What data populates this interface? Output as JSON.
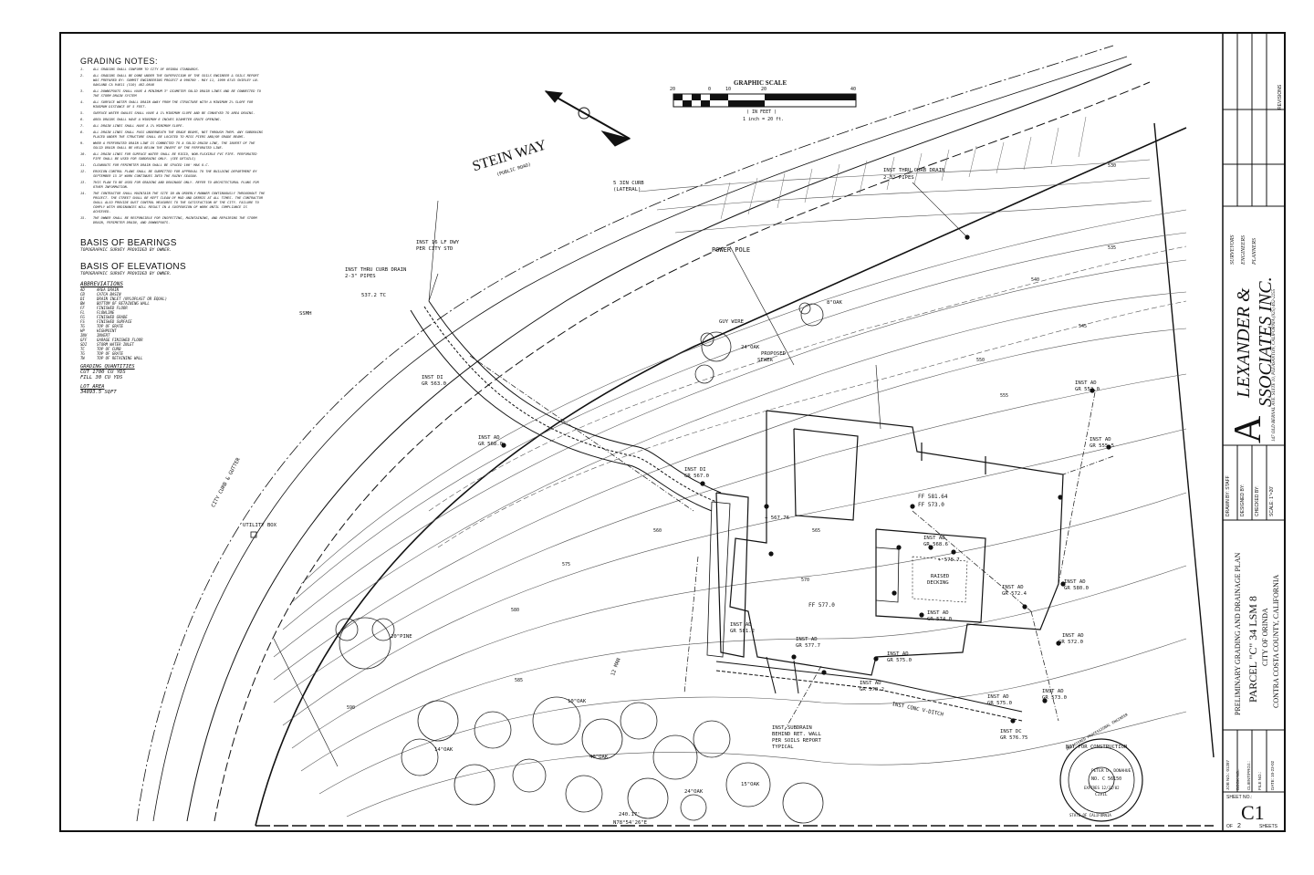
{
  "grading_notes": {
    "title": "GRADING NOTES:",
    "items": [
      {
        "n": "1.",
        "text": "ALL GRADING SHALL CONFORM TO CITY OF ORINDA STANDARDS."
      },
      {
        "n": "2.",
        "text": "ALL GRADING SHALL BE DONE UNDER THE SUPERVISION OF THE SOILS ENGINEER & SOILS REPORT WAS PREPARED BY: SUMMIT ENGINEERING PROJECT # 990700 - MAY 11, 1999 8745 SHIRLEY LN. OAKLAND CA 94611 (510) 482-0848"
      },
      {
        "n": "3.",
        "text": "ALL DOWNSPOUTS SHALL HAVE A MINIMUM 3\" DIAMETER SOLID DRAIN LINES AND BE CONNECTED TO THE STORM DRAIN SYSTEM"
      },
      {
        "n": "4.",
        "text": "ALL SURFACE WATER SHALL DRAIN AWAY FROM THE STRUCTURE WITH A MINIMUM 2% SLOPE FOR MINIMUM DISTANCE OF 5 FEET."
      },
      {
        "n": "5.",
        "text": "SURFACE WATER SWALES SHALL HAVE A 1% MINIMUM SLOPE AND BE CONVEYED TO AREA DRAINS."
      },
      {
        "n": "6.",
        "text": "AREA DRAINS SHALL HAVE A MINIMUM 6 INCHES DIAMETER GRATE OPENING."
      },
      {
        "n": "7.",
        "text": "ALL DRAIN LINES SHALL HAVE A 1% MINIMUM SLOPE."
      },
      {
        "n": "8.",
        "text": "ALL DRAIN LINES SHALL PASS UNDERNEATH THE GRADE BEAMS, NOT THROUGH THEM. ANY SUBDRAINS PLACED UNDER THE STRUCTURE SHALL BE LOCATED TO MISS PIERS AND/OR GRADE BEAMS."
      },
      {
        "n": "9.",
        "text": "WHEN A PERFORATED DRAIN LINE IS CONNECTED TO A SOLID DRAIN LINE, THE INVERT OF THE SOLID DRAIN SHALL BE HELD BELOW THE INVERT OF THE PERFORATED LINE."
      },
      {
        "n": "10.",
        "text": "ALL DRAIN LINES FOR SURFACE WATER SHALL BE RIGID, NON-FLEXIBLE PVC PIPE. PERFORATED PIPE SHALL BE USED FOR SUBDRAINS ONLY. (SEE DETAILS)"
      },
      {
        "n": "11.",
        "text": "CLEANOUTS FOR PERIMETER DRAIN SHALL BE SPACED 100' MAX O.C."
      },
      {
        "n": "12.",
        "text": "EROSION CONTROL PLANS SHALL BE SUBMITTED FOR APPROVAL TO THE BUILDING DEPARTMENT BY SEPTEMBER 15 IF WORK CONTINUES INTO THE RAINY SEASON."
      },
      {
        "n": "13.",
        "text": "THIS PLAN TO BE USED FOR GRADING AND DRAINAGE ONLY. REFER TO ARCHITECTURAL PLANS FOR OTHER INFORMATION."
      },
      {
        "n": "14.",
        "text": "THE CONTRACTOR SHALL MAINTAIN THE SITE IN AN ORDERLY MANNER CONTINUOUSLY THROUGHOUT THE PROJECT. THE STREET SHALL BE KEPT CLEAN OF MUD AND DEBRIS AT ALL TIMES. THE CONTRACTOR SHALL ALSO PROVIDE DUST CONTROL MEASURES TO THE SATISFACTION OF THE CITY. FAILURE TO COMPLY WITH ORDINANCES WILL RESULT IN A SUSPENSION OF WORK UNTIL COMPLIANCE IS ACHIEVED."
      },
      {
        "n": "15.",
        "text": "THE OWNER SHALL BE RESPONSIBLE FOR INSPECTING, MAINTAINING, AND REPAIRING THE STORM DRAIN, PERIMETER DRAIN, AND DOWNSPOUTS."
      }
    ]
  },
  "basis_bearings": {
    "title": "BASIS OF BEARINGS",
    "text": "TOPOGRAPHIC SURVEY PROVIDED BY OWNER."
  },
  "basis_elevations": {
    "title": "BASIS OF ELEVATIONS",
    "text": "TOPOGRAPHIC SURVEY PROVIDED BY OWNER."
  },
  "abbreviations": {
    "title": "ABBREVIATIONS",
    "items": [
      {
        "a": "AD",
        "t": "AREA DRAIN"
      },
      {
        "a": "CB",
        "t": "CATCH BASIN"
      },
      {
        "a": "DI",
        "t": "DRAIN INLET (NYLOPLAST OR EQUAL)"
      },
      {
        "a": "BW",
        "t": "BOTTOM OF RETAINING WALL"
      },
      {
        "a": "FF",
        "t": "FINISHED FLOOR"
      },
      {
        "a": "FL",
        "t": "FLOWLINE"
      },
      {
        "a": "FG",
        "t": "FINISHED GRADE"
      },
      {
        "a": "FS",
        "t": "FINISHED SURFACE"
      },
      {
        "a": "TG",
        "t": "TOP OF GRATE"
      },
      {
        "a": "HP",
        "t": "HIGHPOINT"
      },
      {
        "a": "INV",
        "t": "INVERT"
      },
      {
        "a": "GFF",
        "t": "GARAGE FINISHED FLOOR"
      },
      {
        "a": "SDI",
        "t": "STORM WATER INLET"
      },
      {
        "a": "TC",
        "t": "TOP OF CURB"
      },
      {
        "a": "TG",
        "t": "TOP OF GRATE"
      },
      {
        "a": "TW",
        "t": "TOP OF RETAINING WALL"
      }
    ]
  },
  "quantities": {
    "title": "GRADING QUANTITIES",
    "cut": "CUT 1700 CU YDS",
    "fill": "FILL 30 CU YDS"
  },
  "lot_area": {
    "title": "LOT AREA",
    "value": "34893.5 SQFT"
  },
  "graphic_scale": {
    "title": "GRAPHIC SCALE",
    "ticks": [
      "20",
      "0",
      "10",
      "20",
      "40"
    ],
    "unit": "( IN FEET )",
    "ratio": "1 inch = 20 ft."
  },
  "street": {
    "name": "STEIN WAY",
    "sub": "(PUBLIC ROAD)"
  },
  "plan_labels": {
    "utility_box": "UTILITY BOX",
    "power_pole": "POWER POLE",
    "curb_gutter": "CITY CURB & GUTTER",
    "curb_drain_1": "INST THRU CURB DRAIN",
    "curb_drain_1b": "2-3\" PIPES",
    "curb_drain_2": "INST THRU CURB DRAIN",
    "curb_drain_2b": "2-3\" PIPES",
    "inst_16": "INST 16 LF DWY",
    "inst_16b": "PER CITY STD",
    "curb_cut": "5 3IN CURB",
    "curb_cutb": "(LATERAL)",
    "ssmh": "SSMH",
    "proposed_sewer": "PROPOSED",
    "proposed_sewer_b": "SEWER",
    "guy": "GUY WIRE",
    "oak_8": "8\"OAK",
    "oak_24a": "24\"OAK",
    "pine_20": "20\"PINE",
    "oak_10": "10\"OAK",
    "oak_14": "14\"OAK",
    "oak_40": "40\"OAK",
    "oak_15": "15\"OAK",
    "oak_24b": "24\"OAK",
    "inst_di_1": "INST DI",
    "gr_di_1": "GR 563.0",
    "inst_ad_1": "INST AD",
    "gr_ad_1": "GR 568.0",
    "inst_di_2": "INST DI",
    "gr_di_2": "GR 567.0",
    "inst_ad_552": "INST AD",
    "gr_ad_552": "GR 552.0",
    "inst_ad_555": "INST AD",
    "gr_ad_555": "GR 555.5",
    "ff_1": "FF 581.64",
    "ff_2": "FF 573.0",
    "ff_577": "FF 577.0",
    "ad_580": "INST AD",
    "gr_580": "GR 580.0",
    "ad_572": "INST AD",
    "gr_572": "GR 572.0",
    "ad_572_4": "INST AD",
    "gr_572_4": "GR 572.4",
    "ad_574": "INST AD",
    "gr_574": "GR 574.0",
    "ad_581": "INST AD",
    "gr_581": "GR 581.2",
    "ad_577": "INST AD",
    "gr_577": "GR 577.7",
    "ad_575": "INST AD",
    "gr_575": "GR 575.0",
    "ad_575b": "INST AD",
    "gr_575b": "GR 575.0",
    "ad_573": "INST AD",
    "gr_573": "GR 573.0",
    "ad_578": "INST AD",
    "gr_578": "GR 578.2",
    "ad_568": "INST AD",
    "gr_568": "GR 568.6",
    "dc": "INST DC",
    "gr_dc": "GR 576.75",
    "raised": "RAISED",
    "raised_b": "DECKING",
    "v_ditch": "INST CONC V-DITCH",
    "subdrain": "INST SUBDRAIN",
    "subdrain_b": "BEHIND RET. WALL",
    "subdrain_c": "PER SOILS REPORT",
    "subdrain_d": "TYPICAL",
    "nfc": "NOT FOR CONSTRUCTION",
    "bearing_bottom": "N78°54'26\"E",
    "dist_bottom": "240.17'",
    "elev_567": "+ 567.76",
    "elev_578": "+ 578.7",
    "man": "12 MAN",
    "spot_537": "537.2 TC"
  },
  "contours": [
    "530",
    "535",
    "540",
    "545",
    "550",
    "555",
    "560",
    "565",
    "570",
    "575",
    "580",
    "585",
    "590"
  ],
  "title_block": {
    "company_line1": "LEXANDER &",
    "company_line2": "SSOCIATES INC.",
    "initial": "A",
    "services": [
      "SURVEYORS",
      "ENGINEERS",
      "PLANNERS"
    ],
    "address": "147 OLD BERNAL AVE. SUITE 10, PLEASANTON, CALIFORNIA (925) 462-2255",
    "project_title": "PRELIMINARY GRADING AND DRAINAGE PLAN",
    "parcel": "PARCEL \"C\" 34 LSM 8",
    "city": "CITY OF ORINDA",
    "county": "CONTRA COSTA COUNTY, CALIFORNIA",
    "fields": [
      "DRAWN BY: STAFF",
      "DESIGNED BY:",
      "CHECKED BY:",
      "SCALE: 1\"=20'"
    ],
    "job": [
      "JOB NO.: 01287",
      "BOOK NO.:",
      "CLIENT/PROJ.:",
      "FILE NO.:",
      "DATE: 10-23-02"
    ],
    "sheet_label": "SHEET NO.:",
    "sheet": "C1",
    "of": "OF",
    "of_count": "2",
    "sheets": "SHEETS",
    "revisions": "REVISIONS"
  },
  "stamp": {
    "text": "REGISTERED PROFESSIONAL ENGINEER",
    "name": "PETER D. DONAHUE",
    "no": "NO. C 56150",
    "exp": "EXPIRES 12/31/02",
    "civil": "CIVIL",
    "state": "STATE OF CALIFORNIA"
  }
}
